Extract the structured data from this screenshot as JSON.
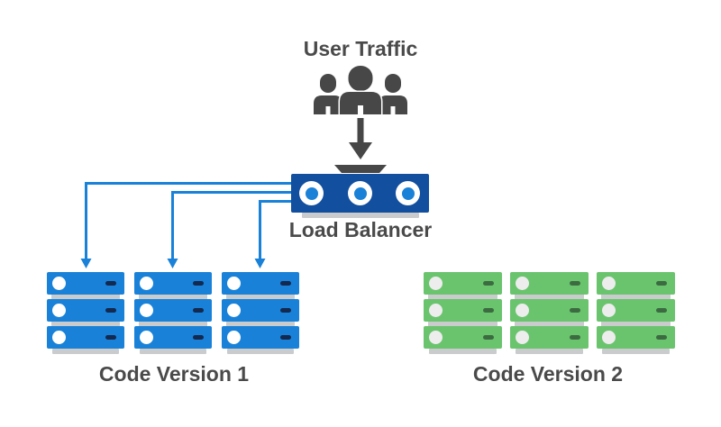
{
  "diagram": {
    "user_traffic_label": "User Traffic",
    "load_balancer_label": "Load Balancer",
    "left_cluster": {
      "label": "Code Version 1",
      "color_name": "blue",
      "stack_count": 3,
      "servers_per_stack": 3,
      "connected_to_load_balancer": true
    },
    "right_cluster": {
      "label": "Code Version 2",
      "color_name": "green",
      "stack_count": 3,
      "servers_per_stack": 3,
      "connected_to_load_balancer": false
    }
  },
  "colors": {
    "text_gray": "#4a4a4a",
    "icon_gray": "#474747",
    "load_balancer_blue": "#124f9e",
    "accent_blue": "#1982d8",
    "server_blue_dash": "#13294f",
    "server_green": "#6ac46e",
    "server_green_dash": "#3d6b41",
    "base_gray": "#c9cbcd",
    "green_led_white": "#ededed"
  }
}
